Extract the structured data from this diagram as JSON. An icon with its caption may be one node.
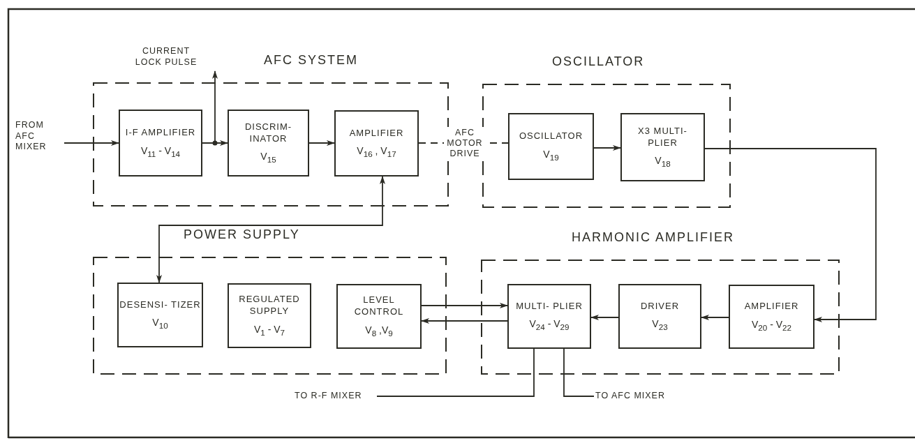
{
  "diagram": {
    "nodes": [
      {
        "text": [
          "AFC SYSTEM"
        ]
      },
      {
        "text": [
          "I-F AMPLIFIER",
          "V$_{11}$ - V$_{14}$"
        ],
        "in": 0
      },
      {
        "text": [
          "DISCRIM- INATOR",
          "V$_{15}$"
        ],
        "in": 0
      },
      {
        "text": [
          "AMPLIFIER",
          "V$_{16}$ , V$_{17}$"
        ],
        "in": 0
      },
      {
        "text": [
          "OSCILLATOR"
        ]
      },
      {
        "text": [
          "OSCILLATOR",
          "V$_{19}$"
        ],
        "in": 4
      },
      {
        "text": [
          "X3 MULTI- PLIER",
          "V$_{18}$"
        ],
        "in": 4
      },
      {
        "text": [
          "POWER SUPPLY"
        ]
      },
      {
        "text": [
          "DESENSI- TIZER",
          "V$_{10}$"
        ],
        "in": 7
      },
      {
        "text": [
          "REGULATED SUPPLY",
          "V$_{1}$ - V$_{7}$"
        ],
        "in": 7
      },
      {
        "text": [
          "LEVEL CONTROL",
          "V$_{8}$ ,V$_{9}$"
        ],
        "in": 7
      },
      {
        "text": [
          "HARMONIC AMPLIFIER"
        ]
      },
      {
        "text": [
          "MULTI- PLIER",
          "V$_{24}$ - V$_{29}$"
        ],
        "in": 11
      },
      {
        "text": [
          "DRIVER",
          "V$_{23}$"
        ],
        "in": 11
      },
      {
        "text": [
          "AMPLIFIER",
          "V$_{20}$ - V$_{22}$"
        ],
        "in": 11
      },
      {
        "text": [
          "FROM AFC MIXER"
        ]
      },
      {
        "text": [
          "CURRENT LOCK PULSE"
        ]
      },
      {
        "text": [
          "TO R-F MIXER"
        ]
      },
      {
        "text": [
          "TO AFC MIXER"
        ]
      }
    ],
    "edges": [
      {
        "from": 15,
        "to": 1,
        "arrow": "to"
      },
      {
        "from": 1,
        "to": 2,
        "arrow": "to"
      },
      {
        "from": 1,
        "to": 16,
        "arrow": "to"
      },
      {
        "from": 2,
        "to": 3,
        "arrow": "to"
      },
      {
        "from": 3,
        "to": 5,
        "arrow": "none",
        "label": "AFC MOTOR DRIVE",
        "style": "dashed"
      },
      {
        "from": 5,
        "to": 6,
        "arrow": "to"
      },
      {
        "from": 6,
        "to": 14,
        "arrow": "to"
      },
      {
        "from": 10,
        "to": 12,
        "arrow": "to"
      },
      {
        "from": 12,
        "to": 10,
        "arrow": "to"
      },
      {
        "from": 14,
        "to": 13,
        "arrow": "to"
      },
      {
        "from": 13,
        "to": 12,
        "arrow": "to"
      },
      {
        "from": 3,
        "to": 8,
        "arrow": "both"
      },
      {
        "from": 12,
        "to": 17,
        "arrow": "none"
      },
      {
        "from": 12,
        "to": 18,
        "arrow": "none"
      }
    ]
  }
}
